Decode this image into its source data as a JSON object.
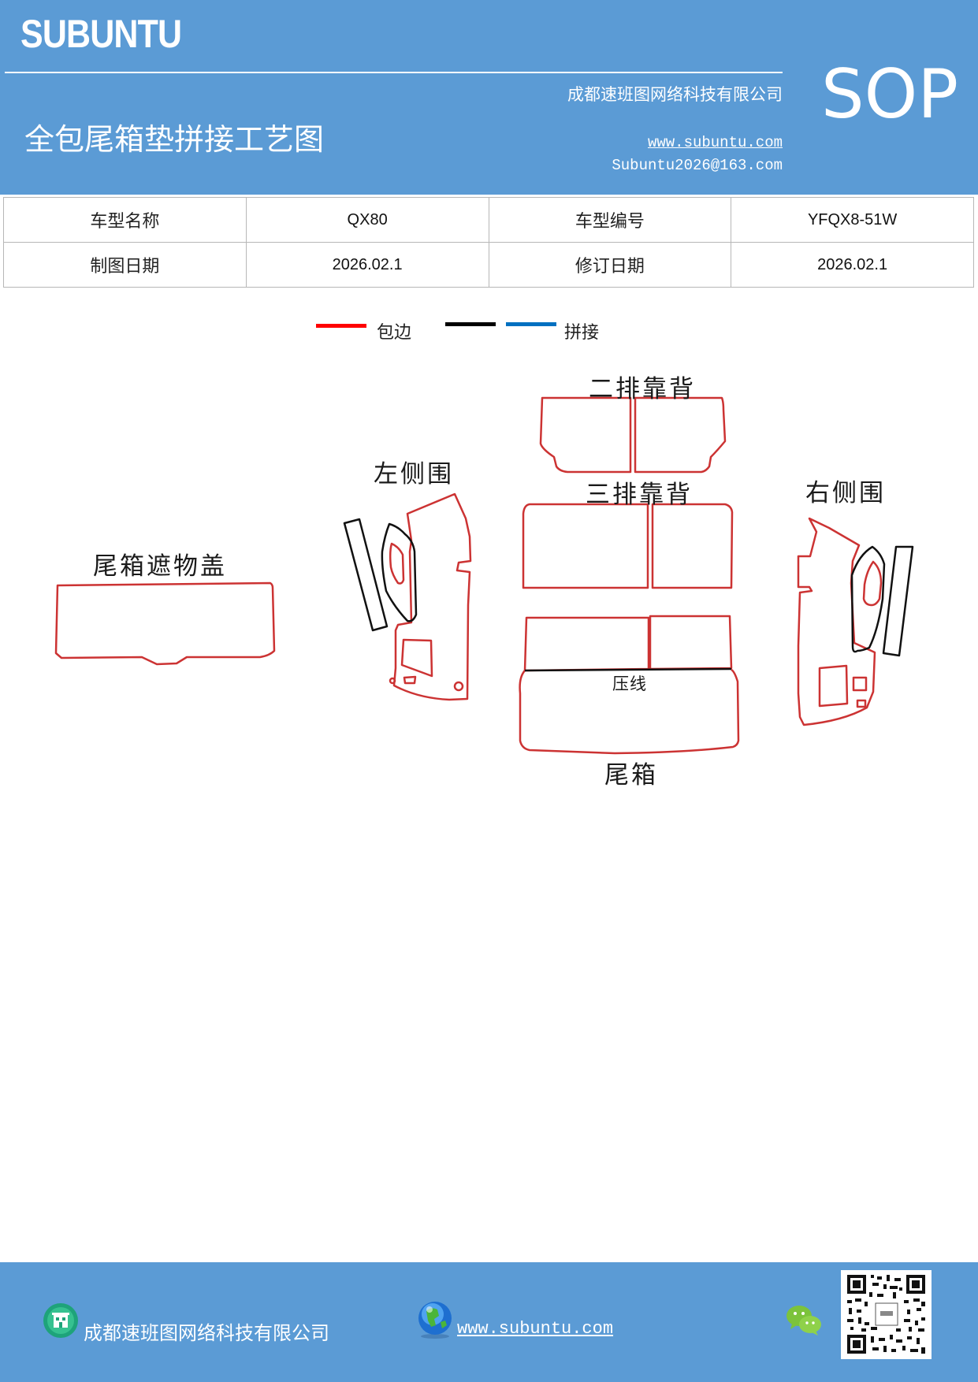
{
  "header": {
    "logo": "SUBUNTU",
    "company": "成都速班图网络科技有限公司",
    "title": "全包尾箱垫拼接工艺图",
    "website": "www.subuntu.com",
    "email": "Subuntu2026@163.com",
    "badge": "SOP",
    "background_color": "#5b9bd5"
  },
  "info_table": {
    "rows": [
      {
        "label1": "车型名称",
        "value1": "QX80",
        "label2": "车型编号",
        "value2": "YFQX8-51W"
      },
      {
        "label1": "制图日期",
        "value1": "2026.02.1",
        "label2": "修订日期",
        "value2": "2026.02.1"
      }
    ]
  },
  "legend": {
    "items": [
      {
        "label": "包边",
        "color": "#ff0000"
      },
      {
        "label": "",
        "color": "#000000"
      },
      {
        "label": "拼接",
        "color": "#0070c0"
      }
    ]
  },
  "diagram": {
    "outline_color": "#cc3333",
    "parts": {
      "cargo_cover": "尾箱遮物盖",
      "left_side": "左侧围",
      "second_row_back": "二排靠背",
      "third_row_back": "三排靠背",
      "trunk": "尾箱",
      "crease": "压线",
      "right_side": "右侧围"
    }
  },
  "footer": {
    "company": "成都速班图网络科技有限公司",
    "website": "www.subuntu.com ",
    "icons": [
      "building-icon",
      "globe-icon",
      "wechat-icon",
      "qr-code"
    ]
  }
}
